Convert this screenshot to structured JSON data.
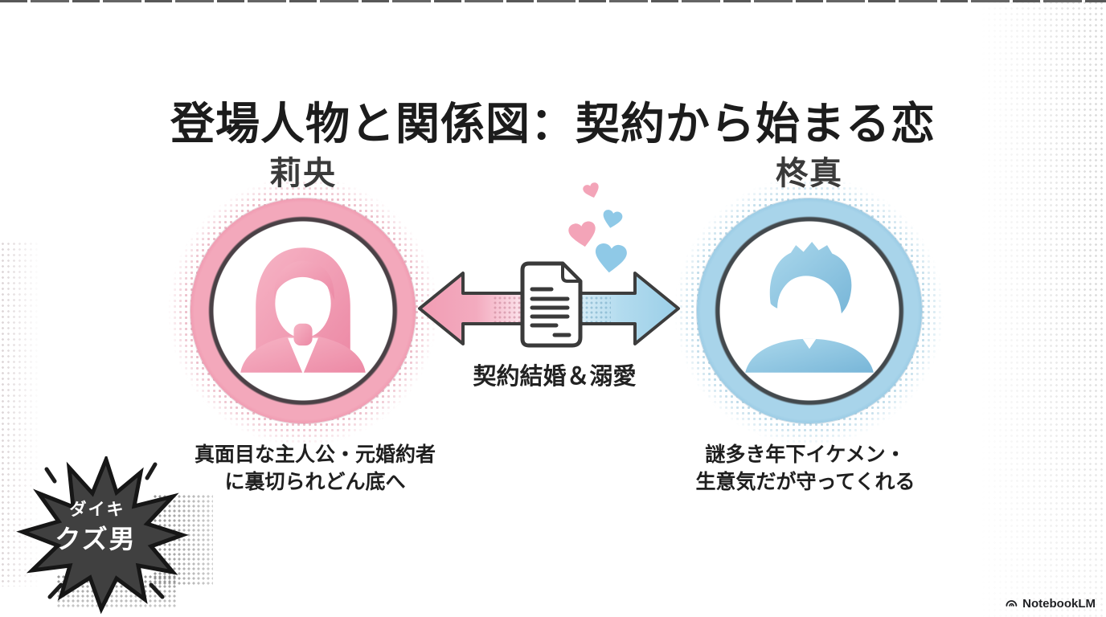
{
  "slide": {
    "title": "登場人物と関係図：契約から始まる恋",
    "brand": "NotebookLM"
  },
  "left_character": {
    "name": "莉央",
    "desc_line1": "真面目な主人公・元婚約者",
    "desc_line2": "に裏切られどん底へ",
    "accent_color": "#f09cb2"
  },
  "right_character": {
    "name": "柊真",
    "desc_line1": "謎多き年下イケメン・",
    "desc_line2": "生意気だが守ってくれる",
    "accent_color": "#9ccce5"
  },
  "relationship": {
    "label": "契約結婚＆溺愛"
  },
  "antagonist": {
    "name": "ダイキ",
    "label": "クズ男",
    "shape_color": "#404040"
  },
  "icons": {
    "document": "contract-document-icon",
    "hearts": "heart-icons",
    "arrow": "double-arrow-icon",
    "brand": "notebooklm-icon"
  }
}
